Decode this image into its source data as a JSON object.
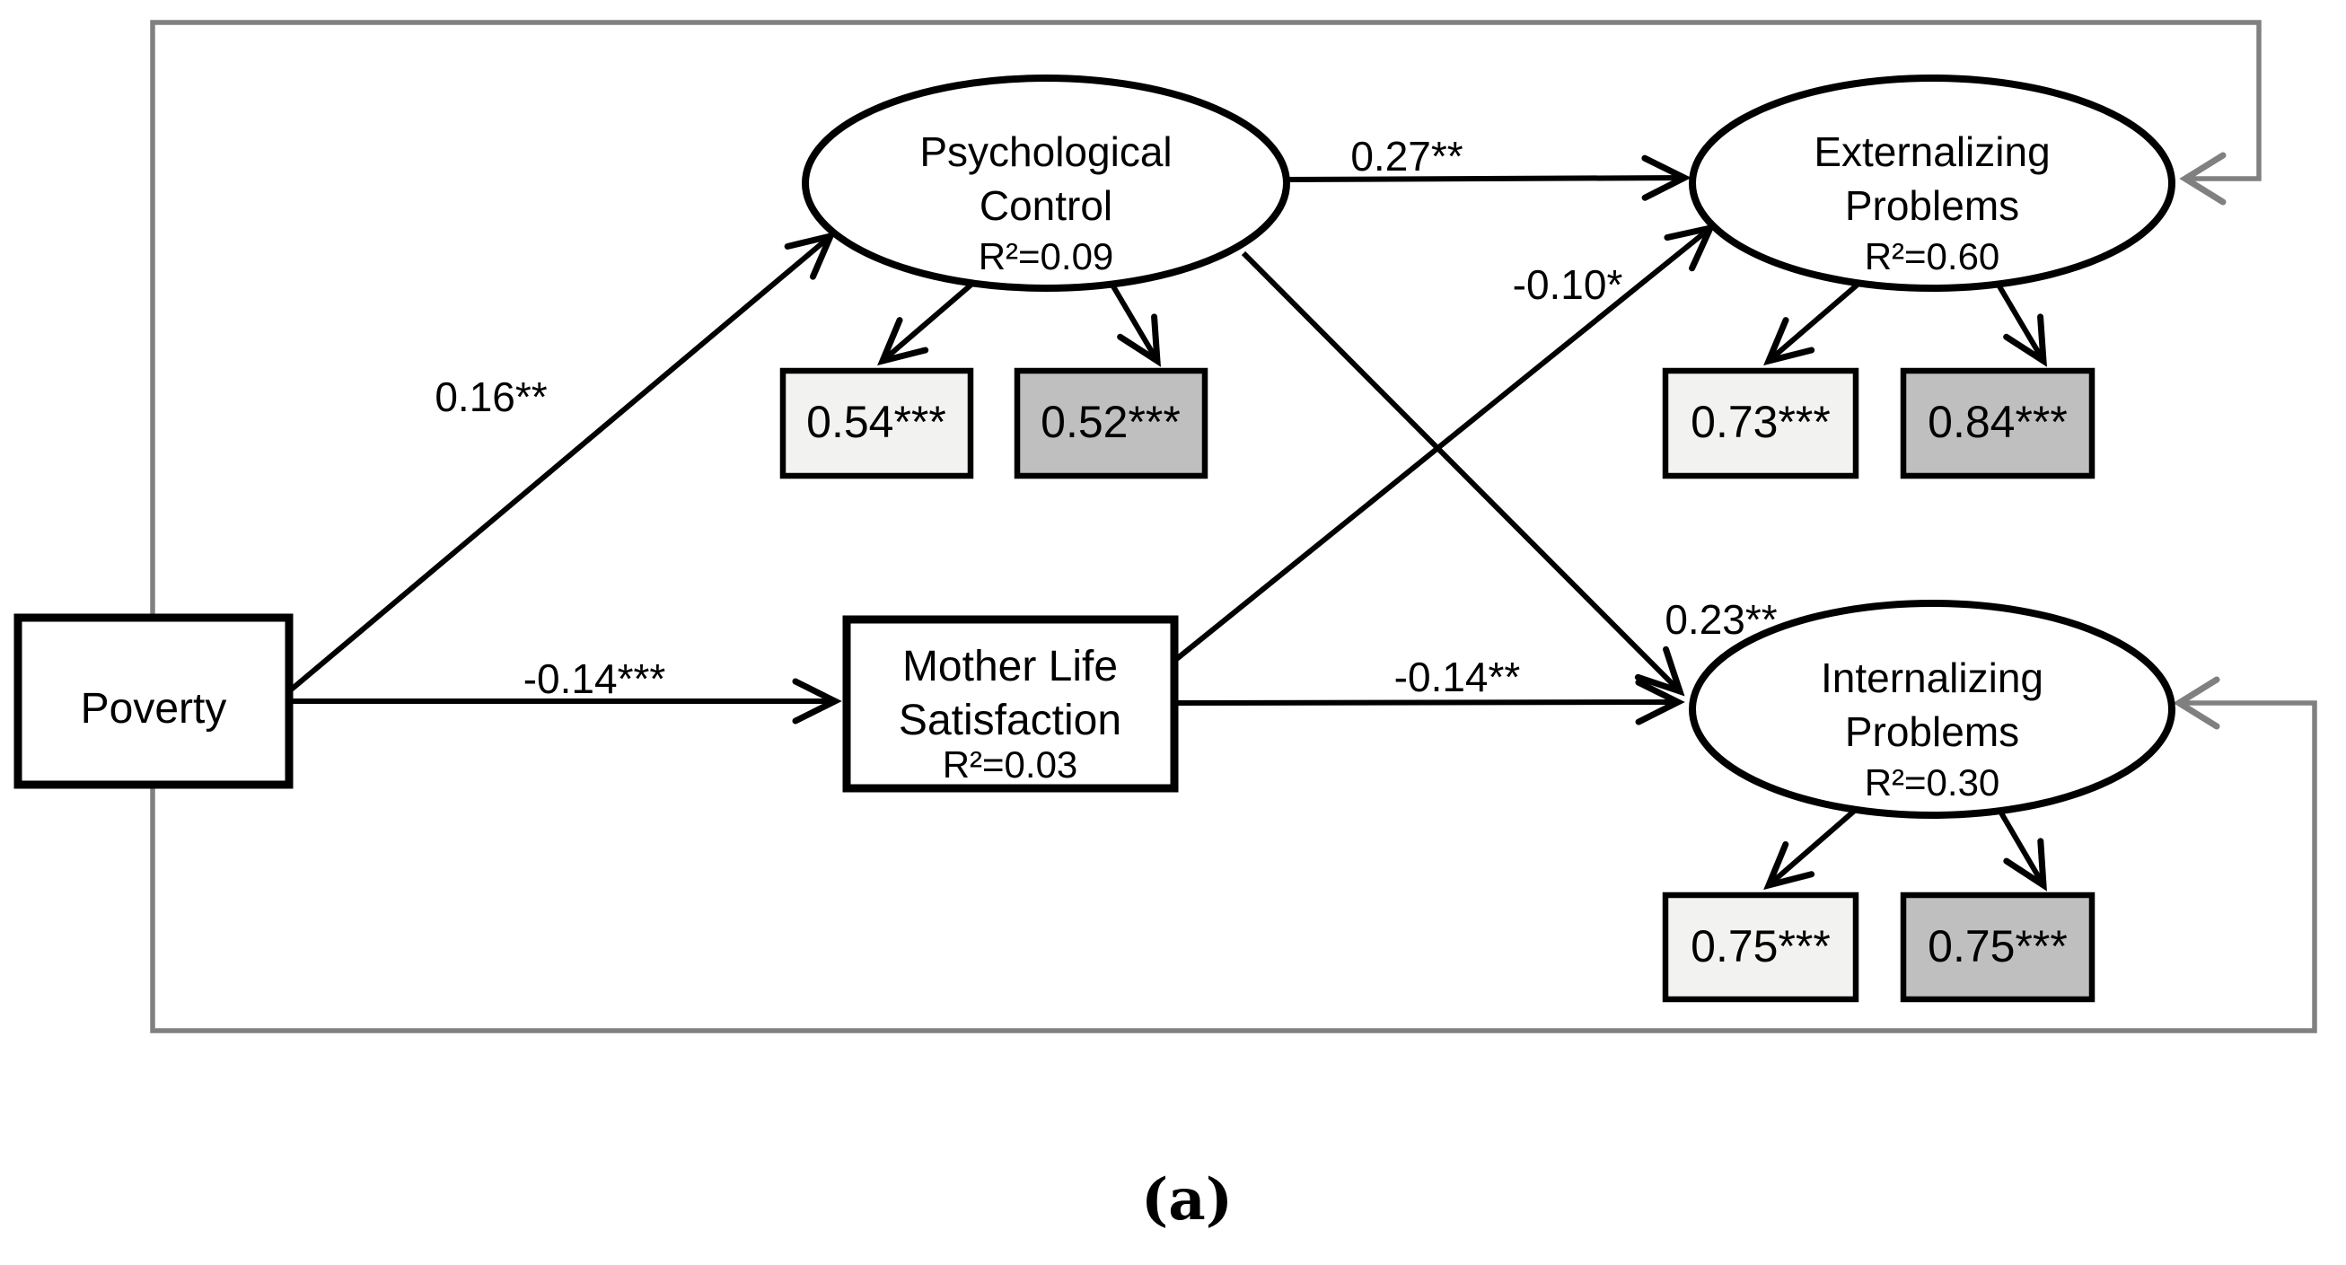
{
  "diagram": {
    "caption": "(a)",
    "colors": {
      "light_box": "#f2f2f1",
      "dark_box": "#bfbfbf",
      "loop_line": "#808080",
      "path_line": "#000000",
      "node_fill": "#ffffff"
    },
    "nodes": {
      "poverty": {
        "label": "Poverty",
        "type": "observed"
      },
      "psych_control": {
        "lines": [
          "Psychological",
          "Control"
        ],
        "r2": "R²=0.09",
        "type": "latent"
      },
      "mother_life": {
        "lines": [
          "Mother Life",
          "Satisfaction"
        ],
        "r2": "R²=0.03",
        "type": "observed"
      },
      "externalizing": {
        "lines": [
          "Externalizing",
          "Problems"
        ],
        "r2": "R²=0.60",
        "type": "latent"
      },
      "internalizing": {
        "lines": [
          "Internalizing",
          "Problems"
        ],
        "r2": "R²=0.30",
        "type": "latent"
      }
    },
    "paths": [
      {
        "from": "Poverty",
        "to": "Psychological Control",
        "label": "0.16**"
      },
      {
        "from": "Poverty",
        "to": "Mother Life Satisfaction",
        "label": "-0.14***"
      },
      {
        "from": "Psychological Control",
        "to": "Externalizing Problems",
        "label": "0.27**"
      },
      {
        "from": "Psychological Control",
        "to": "Internalizing Problems",
        "label": "0.23**"
      },
      {
        "from": "Mother Life Satisfaction",
        "to": "Externalizing Problems",
        "label": "-0.10*"
      },
      {
        "from": "Mother Life Satisfaction",
        "to": "Internalizing Problems",
        "label": "-0.14**"
      }
    ],
    "loadings": {
      "psych_control": [
        "0.54***",
        "0.52***"
      ],
      "externalizing": [
        "0.73***",
        "0.84***"
      ],
      "internalizing": [
        "0.75***",
        "0.75***"
      ]
    }
  }
}
